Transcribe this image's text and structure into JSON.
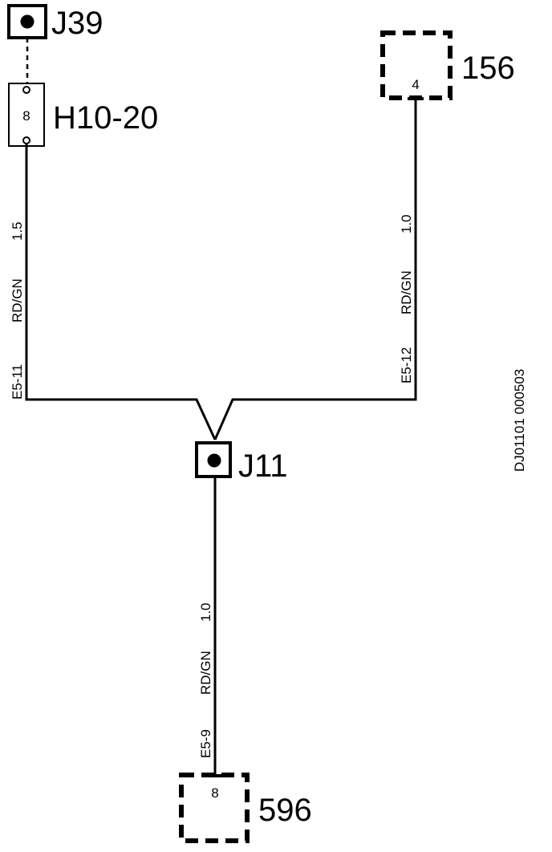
{
  "components": {
    "j39": "J39",
    "h10_20": "H10-20",
    "h10_20_pin": "8",
    "c156": "156",
    "c156_pin": "4",
    "j11": "J11",
    "c596": "596",
    "c596_pin": "8"
  },
  "wires": {
    "left": {
      "id": "E5-11",
      "color": "RD/GN",
      "size": "1.5"
    },
    "right": {
      "id": "E5-12",
      "color": "RD/GN",
      "size": "1.0"
    },
    "bottom": {
      "id": "E5-9",
      "color": "RD/GN",
      "size": "1.0"
    }
  },
  "document_id": "DJ01101 000503"
}
